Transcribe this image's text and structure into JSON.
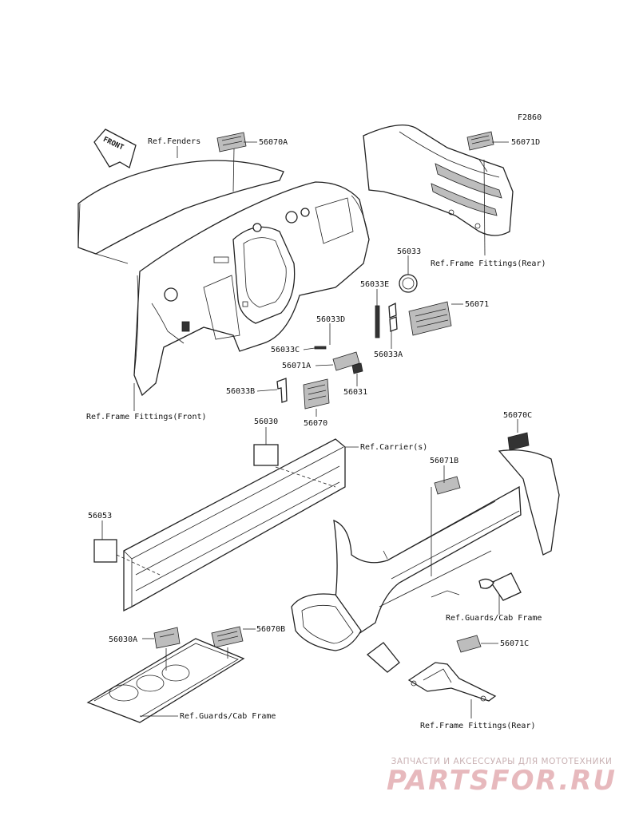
{
  "diagram_code": "F2860",
  "front_arrow": "FRONT",
  "references": {
    "fenders": "Ref.Fenders",
    "frame_fittings_front": "Ref.Frame Fittings(Front)",
    "frame_fittings_rear_top": "Ref.Frame Fittings(Rear)",
    "carriers": "Ref.Carrier(s)",
    "guards_cab_frame_right": "Ref.Guards/Cab Frame",
    "guards_cab_frame_bottom": "Ref.Guards/Cab Frame",
    "frame_fittings_rear_bottom": "Ref.Frame Fittings(Rear)"
  },
  "parts": {
    "p56070A": "56070A",
    "p56071D": "56071D",
    "p56033": "56033",
    "p56033E": "56033E",
    "p56071": "56071",
    "p56033D": "56033D",
    "p56033C": "56033C",
    "p56033A": "56033A",
    "p56071A": "56071A",
    "p56031": "56031",
    "p56033B": "56033B",
    "p56070": "56070",
    "p56030": "56030",
    "p56070C": "56070C",
    "p56071B": "56071B",
    "p56053": "56053",
    "p56030A": "56030A",
    "p56070B": "56070B",
    "p56071C": "56071C"
  },
  "watermark": {
    "subtitle": "ЗАПЧАСТИ И АКСЕССУАРЫ ДЛЯ МОТОТЕХНИКИ",
    "brand": "PARTSFOR.RU"
  }
}
